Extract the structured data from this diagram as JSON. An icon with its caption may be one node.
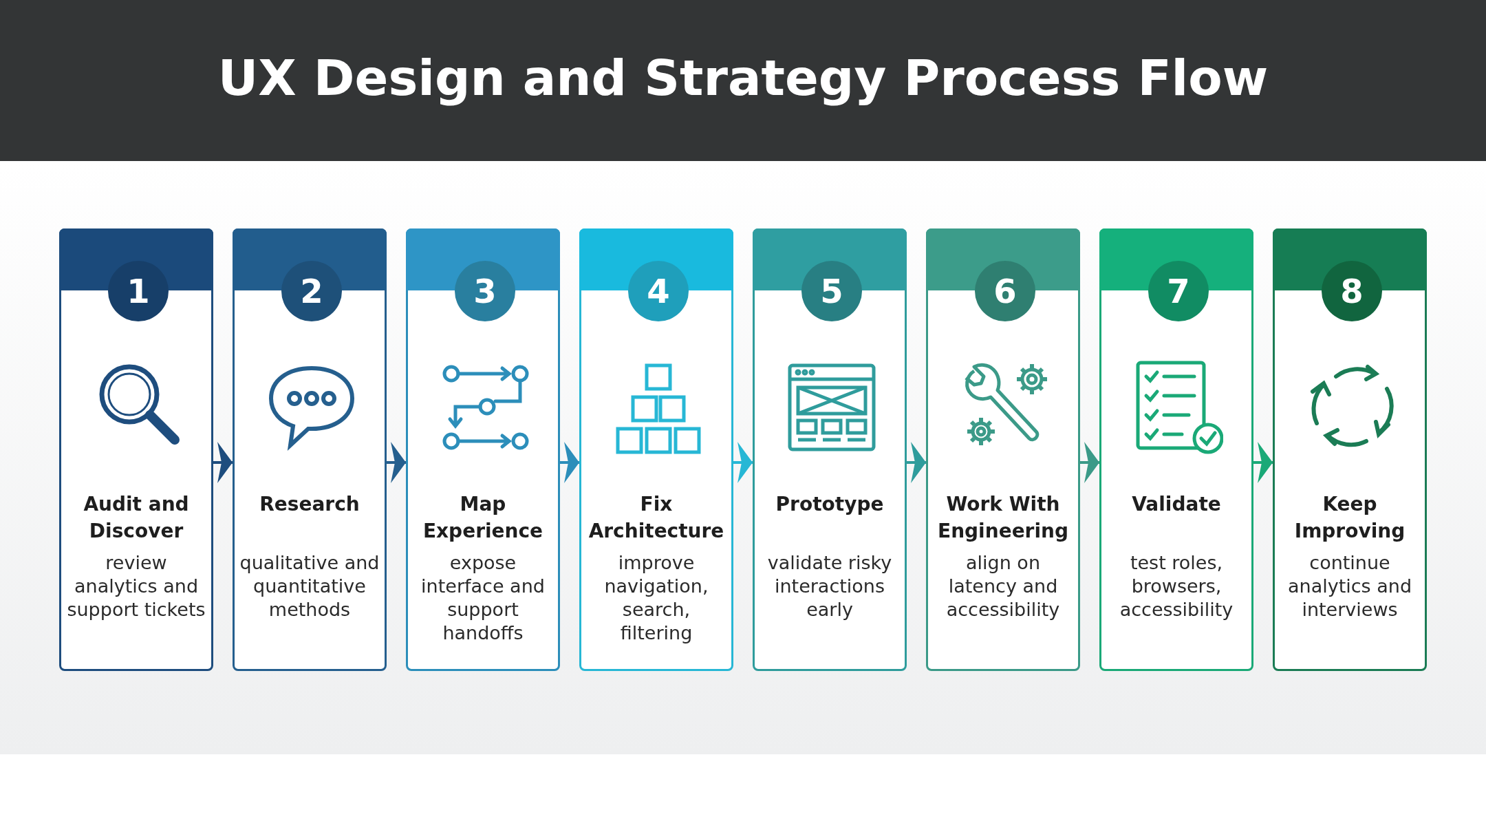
{
  "diagram": {
    "title": "UX Design and Strategy Process Flow",
    "nodes": [
      {
        "text": [
          "1",
          "Audit and Discover",
          "review analytics and support tickets"
        ]
      },
      {
        "text": [
          "2",
          "Research",
          "qualitative and quantitative methods"
        ]
      },
      {
        "text": [
          "3",
          "Map Experience",
          "expose interface and support handoffs"
        ]
      },
      {
        "text": [
          "4",
          "Fix Architecture",
          "improve navigation, search, filtering"
        ]
      },
      {
        "text": [
          "5",
          "Prototype",
          "validate risky interactions early"
        ]
      },
      {
        "text": [
          "6",
          "Work With Engineering",
          "align on latency and accessibility"
        ]
      },
      {
        "text": [
          "7",
          "Validate",
          "test roles, browsers, accessibility"
        ]
      },
      {
        "text": [
          "8",
          "Keep Improving",
          "continue analytics and interviews"
        ]
      }
    ],
    "edges": [
      {
        "from": 0,
        "to": 1,
        "arrow": "to",
        "color": "#1e4d7e"
      },
      {
        "from": 1,
        "to": 2,
        "arrow": "to",
        "color": "#255f8e"
      },
      {
        "from": 2,
        "to": 3,
        "arrow": "to",
        "color": "#2c8eba"
      },
      {
        "from": 3,
        "to": 4,
        "arrow": "to",
        "color": "#27b7d5"
      },
      {
        "from": 4,
        "to": 5,
        "arrow": "to",
        "color": "#2f9c9c"
      },
      {
        "from": 5,
        "to": 6,
        "arrow": "to",
        "color": "#3b9a88"
      },
      {
        "from": 6,
        "to": 7,
        "arrow": "to",
        "color": "#1aa977"
      }
    ]
  }
}
